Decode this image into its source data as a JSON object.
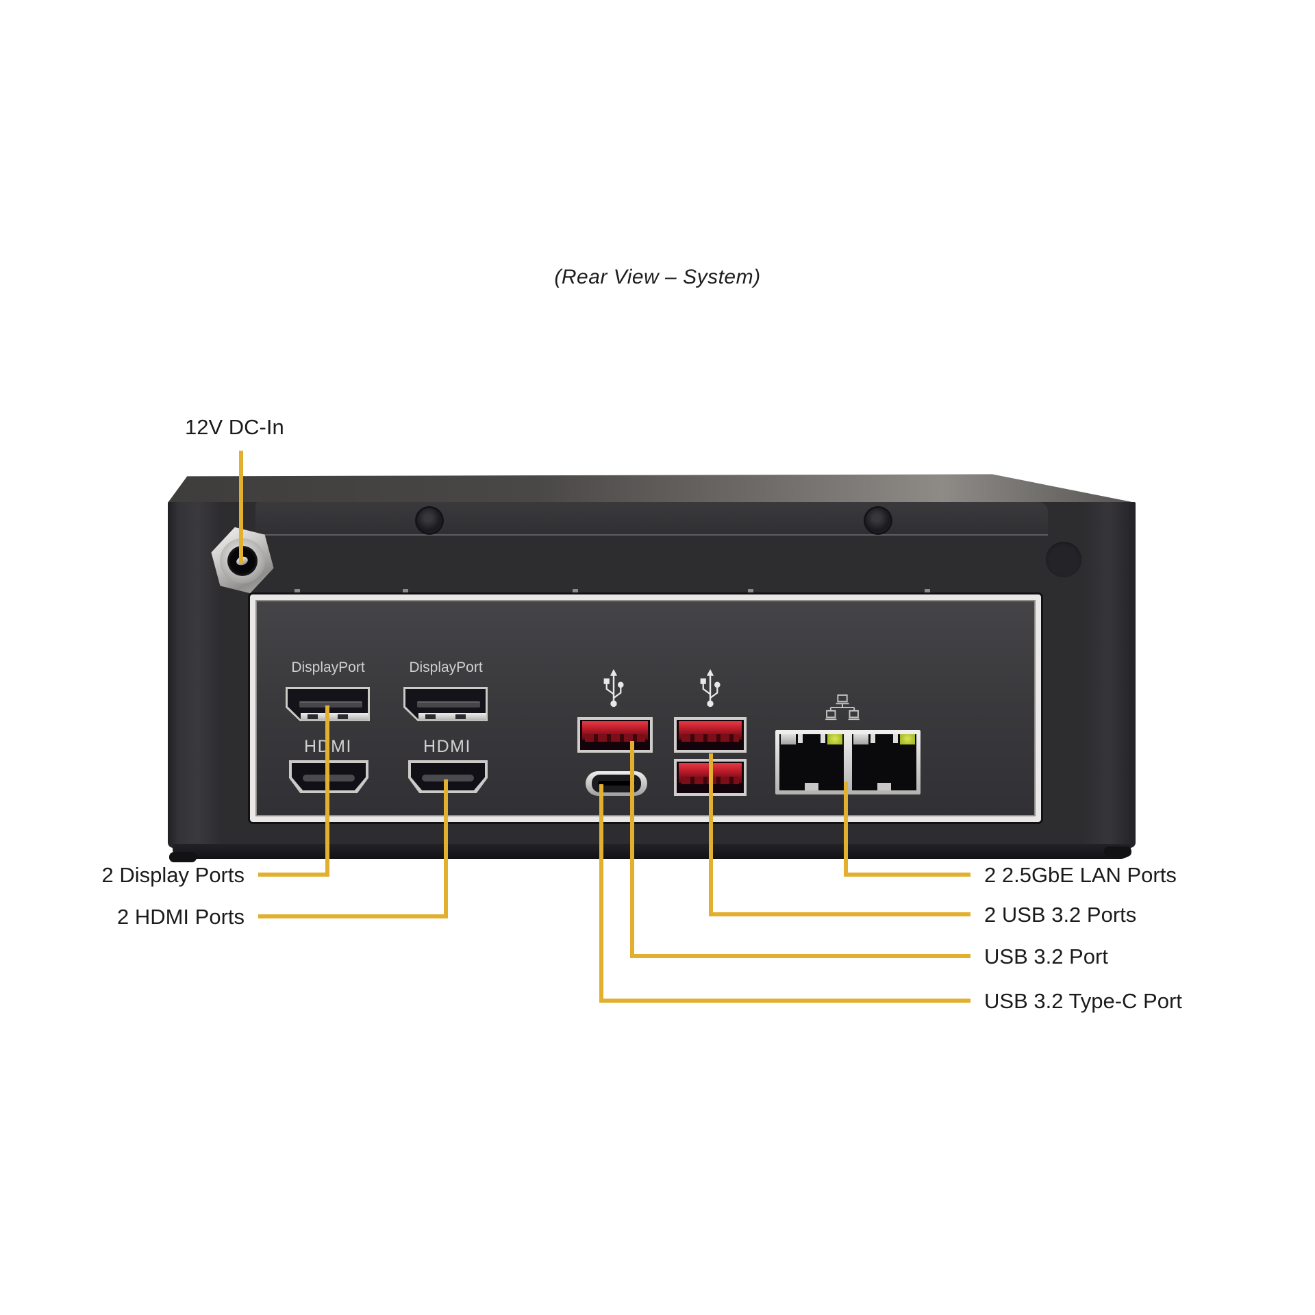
{
  "title": "(Rear View – System)",
  "device": {
    "panel_port_labels": {
      "displayport_1": "DisplayPort",
      "displayport_2": "DisplayPort",
      "hdmi_1": "HDMI",
      "hdmi_2": "HDMI"
    },
    "icons": {
      "usb_icon_1": "usb-trident",
      "usb_icon_2": "usb-trident",
      "lan_icon": "ethernet-network"
    }
  },
  "callouts": {
    "dc_in": "12V DC-In",
    "display_ports": "2 Display Ports",
    "hdmi_ports": "2 HDMI Ports",
    "lan_ports": "2 2.5GbE LAN Ports",
    "usb32_pair": "2 USB 3.2 Ports",
    "usb32_single": "USB 3.2 Port",
    "usb32_typec": "USB 3.2 Type-C Port"
  },
  "colors": {
    "leader_line": "#E2AF2E",
    "usb_port_red": "#C01D2A",
    "lan_led_green": "#B8CB35",
    "chassis_body": "#2D2C2F",
    "io_shield_silver": "#E9E8E6"
  }
}
